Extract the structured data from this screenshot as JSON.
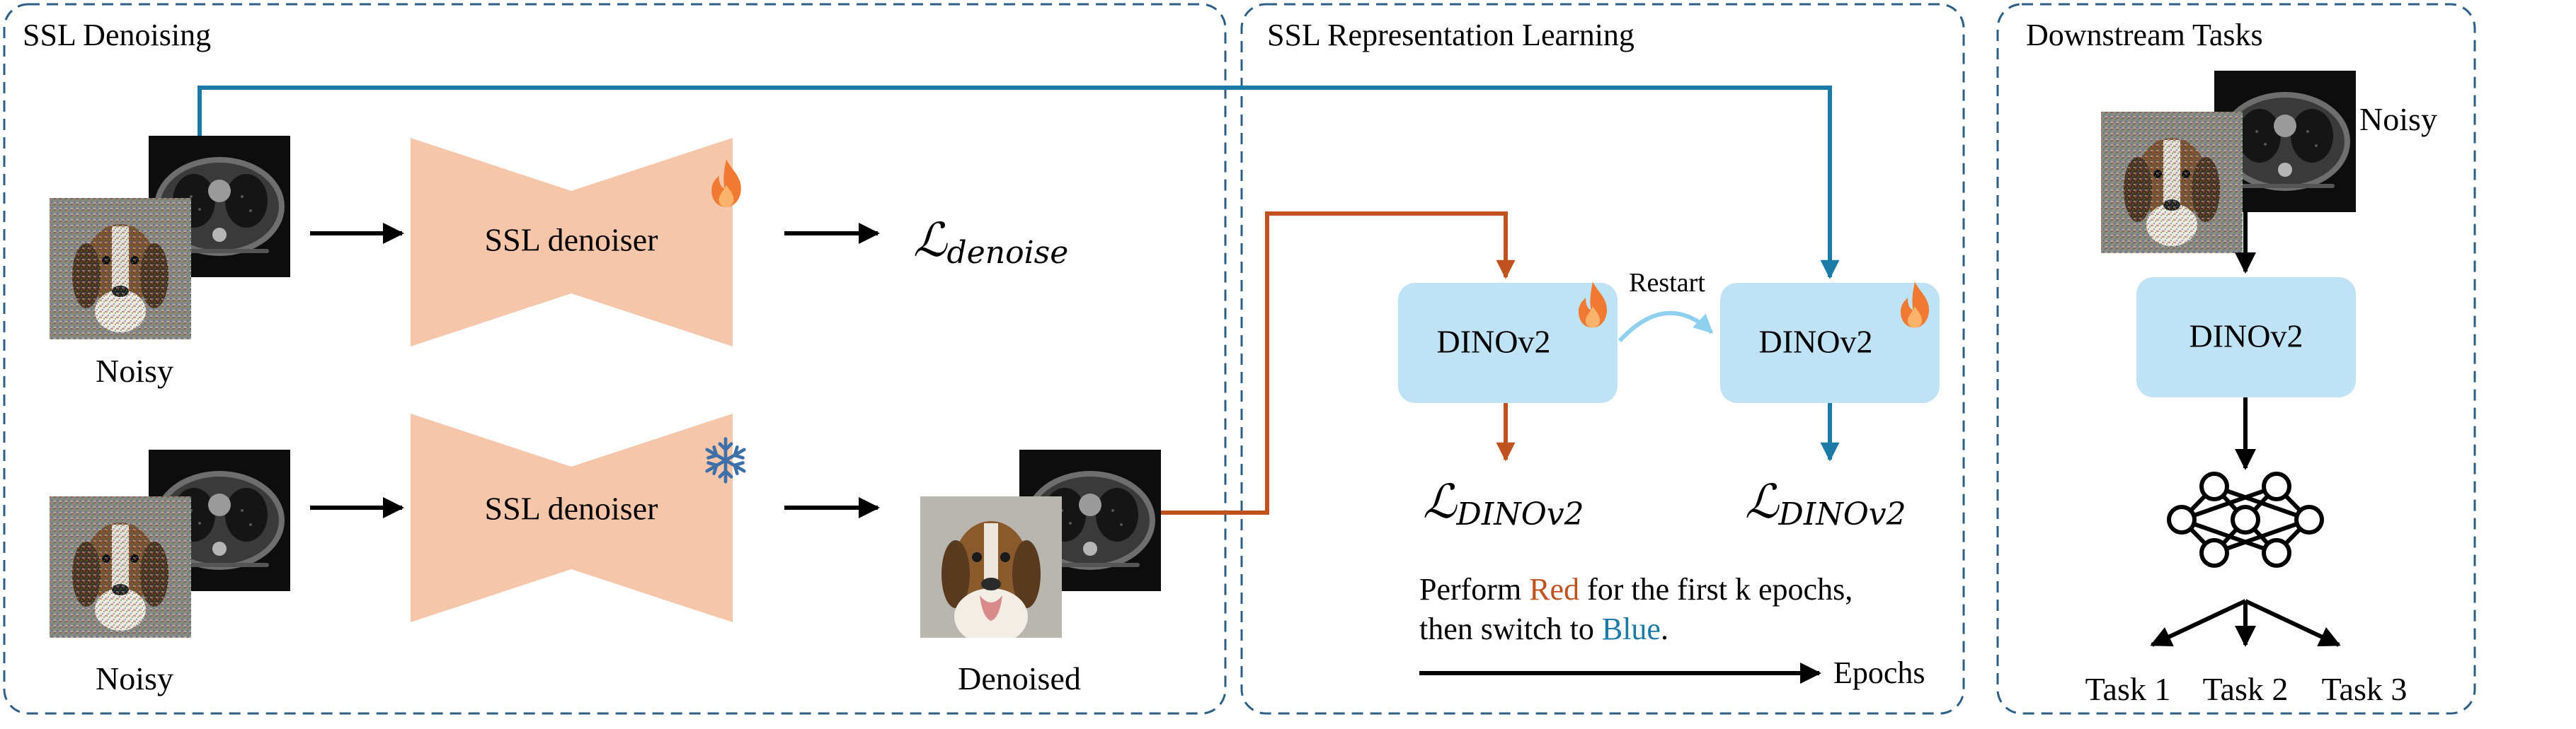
{
  "panels": {
    "denoising": {
      "title": "SSL Denoising"
    },
    "representation": {
      "title": "SSL Representation Learning"
    },
    "downstream": {
      "title": "Downstream Tasks"
    }
  },
  "denoising": {
    "top_input_label": "Noisy",
    "top_model_label": "SSL denoiser",
    "top_loss": {
      "main": "ℒ",
      "sub": "denoise"
    },
    "bottom_input_label": "Noisy",
    "bottom_model_label": "SSL denoiser",
    "output_label": "Denoised"
  },
  "representation": {
    "left_model_label": "DINOv2",
    "right_model_label": "DINOv2",
    "restart_label": "Restart",
    "left_loss": {
      "main": "ℒ",
      "sub": "DINOv2"
    },
    "right_loss": {
      "main": "ℒ",
      "sub": "DINOv2"
    },
    "note_line1_prefix": "Perform ",
    "note_line1_red": "Red",
    "note_line1_suffix": " for the first k epochs,",
    "note_line2_prefix": "then switch to ",
    "note_line2_blue": "Blue",
    "note_line2_suffix": ".",
    "epochs_label": "Epochs"
  },
  "downstream": {
    "input_label": "Noisy",
    "model_label": "DINOv2",
    "tasks": [
      "Task 1",
      "Task 2",
      "Task 3"
    ]
  },
  "colors": {
    "red_path": "#c0521f",
    "blue_path": "#1b7aa6",
    "restart_arrow": "#8fd0ee",
    "denoiser_fill": "#f6c6aa",
    "dino_fill": "#bfe3f5",
    "panel_border": "#2d5f86",
    "fire": "#f07a32",
    "snow": "#3d6fa8"
  },
  "icons": {
    "trainable": "fire-icon",
    "frozen": "snowflake-icon"
  }
}
